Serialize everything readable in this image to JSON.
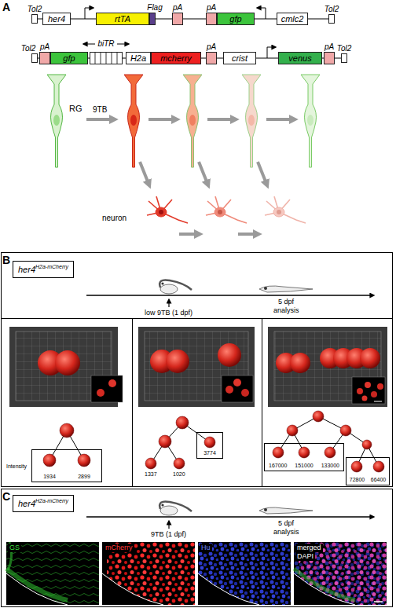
{
  "diagram": {
    "nodes": [
      {
        "text": [
          "Tol2"
        ]
      },
      {
        "text": [
          "her4"
        ]
      },
      {
        "text": [
          "rtTA"
        ]
      },
      {
        "text": [
          "Flag"
        ]
      },
      {
        "text": [
          "pA"
        ]
      },
      {
        "text": [
          "pA"
        ]
      },
      {
        "text": [
          "gfp"
        ]
      },
      {
        "text": [
          "cmlc2"
        ]
      },
      {
        "text": [
          "Tol2"
        ]
      },
      {
        "text": [
          "Tol2"
        ]
      },
      {
        "text": [
          "pA"
        ]
      },
      {
        "text": [
          "gfp"
        ]
      },
      {
        "text": [
          "biTR"
        ]
      },
      {
        "text": [
          "H2a"
        ]
      },
      {
        "text": [
          "mcherry"
        ]
      },
      {
        "text": [
          "pA"
        ]
      },
      {
        "text": [
          "crist"
        ]
      },
      {
        "text": [
          "venus"
        ]
      },
      {
        "text": [
          "pA"
        ]
      },
      {
        "text": [
          "Tol2"
        ]
      },
      {
        "text": [
          "her4",
          "H2a-mCherry"
        ]
      },
      {
        "text": [
          "1934",
          "2899"
        ]
      },
      {
        "text": [
          "3774"
        ]
      },
      {
        "text": [
          "167000",
          "151000",
          "133000"
        ]
      },
      {
        "text": [
          "72800",
          "66400"
        ]
      },
      {
        "text": [
          "her4",
          "H2a-mCherry"
        ]
      }
    ],
    "labels": [
      "A",
      "RG",
      "9TB",
      "neuron",
      "B",
      "low 9TB (1 dpf)",
      "5 dpf",
      "analysis",
      "Intensity",
      "1337",
      "1020",
      "C",
      "9TB (1 dpf)",
      "5 dpf",
      "analysis",
      "GS",
      "mCherry",
      "Hu",
      "merged",
      "DAPI"
    ]
  }
}
